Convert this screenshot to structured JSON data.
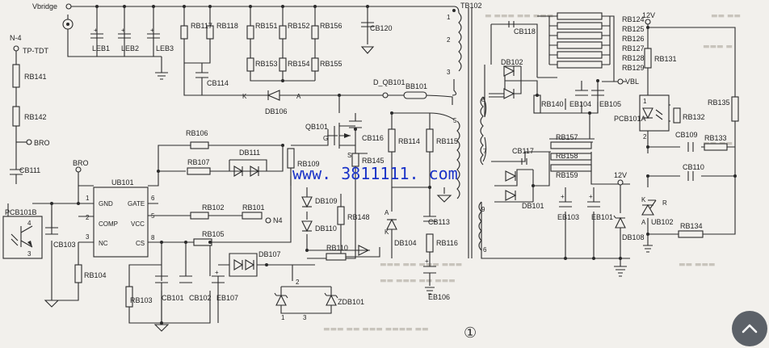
{
  "schematic": {
    "nets": {
      "vbridge": "Vbridge",
      "n4": "N-4",
      "tp_tdt": "TP-TDT",
      "bro_out": "BRO",
      "bro_in": "BRO",
      "d_qb101": "D_QB101",
      "n4_right": "N4",
      "vbl": "VBL",
      "v12_top": "12V",
      "v12_mid": "12V"
    },
    "ic": {
      "name": "UB101",
      "pins": {
        "gnd": "GND",
        "gate": "GATE",
        "comp": "COMP",
        "vcc": "VCC",
        "nc": "NC",
        "cs": "CS",
        "n1": "1",
        "n2": "2",
        "n3": "3",
        "n5": "5",
        "n6": "6",
        "n8": "8"
      }
    },
    "transformer": {
      "name": "TB102",
      "pins": {
        "p1": "1",
        "p2": "2",
        "p3": "3",
        "p5": "5",
        "p6": "6",
        "p7": "7",
        "p8": "8",
        "p9": "9"
      }
    },
    "optos": {
      "left": "PCB101B",
      "right": "PCB101A",
      "p1": "1",
      "p2": "2",
      "p3": "3",
      "p4": "4"
    },
    "mosfet": {
      "name": "QB101",
      "g": "G",
      "s": "S"
    },
    "resistors": {
      "rb117": "RB117",
      "rb118": "RB118",
      "rb151": "RB151",
      "rb152": "RB152",
      "rb156": "RB156",
      "rb153": "RB153",
      "rb154": "RB154",
      "rb155": "RB155",
      "rb141": "RB141",
      "rb142": "RB142",
      "rb106": "RB106",
      "rb107": "RB107",
      "rb109": "RB109",
      "rb145": "RB145",
      "rb114": "RB114",
      "rb115": "RB115",
      "rb148": "RB148",
      "rb116": "RB116",
      "rb102": "RB102",
      "rb101": "RB101",
      "rb105": "RB105",
      "rb110": "RB110",
      "rb104": "RB104",
      "rb103": "RB103",
      "bb101": "BB101",
      "rb124": "RB124",
      "rb125": "RB125",
      "rb126": "RB126",
      "rb127": "RB127",
      "rb128": "RB128",
      "rb129": "RB129",
      "rb140": "RB140",
      "rb157": "RB157",
      "rb158": "RB158",
      "rb159": "RB159",
      "rb131": "RB131",
      "rb132": "RB132",
      "rb133": "RB133",
      "rb135": "RB135",
      "rb134": "RB134"
    },
    "capacitors": {
      "leb1": "LEB1",
      "leb2": "LEB2",
      "leb3": "LEB3",
      "cb120": "CB120",
      "cb114": "CB114",
      "cb111": "CB111",
      "cb103": "CB103",
      "cb116": "CB116",
      "cb113": "CB113",
      "cb101": "CB101",
      "cb102": "CB102",
      "eb107": "EB107",
      "eb106": "EB106",
      "cb118": "CB118",
      "eb104": "EB104",
      "eb105": "EB105",
      "cb117": "CB117",
      "eb103": "EB103",
      "eb101": "EB101",
      "cb109": "CB109",
      "cb110": "CB110"
    },
    "diodes": {
      "db106": "DB106",
      "db111": "DB111",
      "db109": "DB109",
      "db110": "DB110",
      "db104": "DB104",
      "db107": "DB107",
      "zdb101": "ZDB101",
      "db102": "DB102",
      "db101": "DB101",
      "db108": "DB108",
      "ub102": "UB102"
    },
    "markers": {
      "k1": "K",
      "a1": "A",
      "k2": "K",
      "a2": "A",
      "k3": "K",
      "r3": "R",
      "a3": "A",
      "z2": "2",
      "z3": "3",
      "z1": "1"
    }
  },
  "watermark": "www. 3811111. com",
  "figure_number": "①",
  "scroll_top_icon": "chevron-up-icon"
}
